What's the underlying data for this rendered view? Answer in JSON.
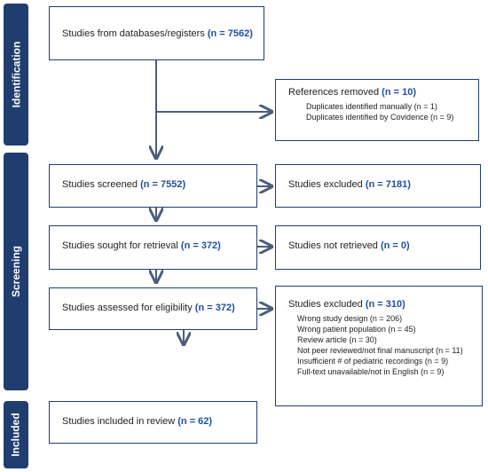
{
  "phases": {
    "identification": "Identification",
    "screening": "Screening",
    "included": "Included"
  },
  "boxes": {
    "databases": {
      "text": "Studies from databases/registers ",
      "n": "(n = 7562)"
    },
    "removed": {
      "text": "References removed ",
      "n": "(n = 10)",
      "reasons": [
        "Duplicates identified manually (n = 1)",
        "Duplicates identified by Covidence (n = 9)"
      ]
    },
    "screened": {
      "text": "Studies screened ",
      "n": "(n = 7552)"
    },
    "excluded1": {
      "text": "Studies excluded ",
      "n": "(n = 7181)"
    },
    "sought": {
      "text": "Studies sought for retrieval ",
      "n": "(n = 372)"
    },
    "not_retrieved": {
      "text": "Studies not retrieved ",
      "n": "(n = 0)"
    },
    "assessed": {
      "text": "Studies assessed for eligibility ",
      "n": "(n = 372)"
    },
    "excluded2": {
      "text": "Studies excluded ",
      "n": "(n = 310)",
      "reasons": [
        "Wrong study design (n = 206)",
        "Wrong patient population (n = 45)",
        "Review article (n = 30)",
        "Not peer reviewed/not final manuscript (n = 11)",
        "Insufficient # of pediatric recordings (n = 9)",
        "Full-text unavailable/not in English (n = 9)"
      ]
    },
    "included": {
      "text": "Studies included in review ",
      "n": "(n = 62)"
    }
  },
  "colors": {
    "phase_bg": "#1f3e6f",
    "border": "#1f3e6f",
    "count": "#1f4f9c",
    "arrow": "#4a5e7a"
  }
}
